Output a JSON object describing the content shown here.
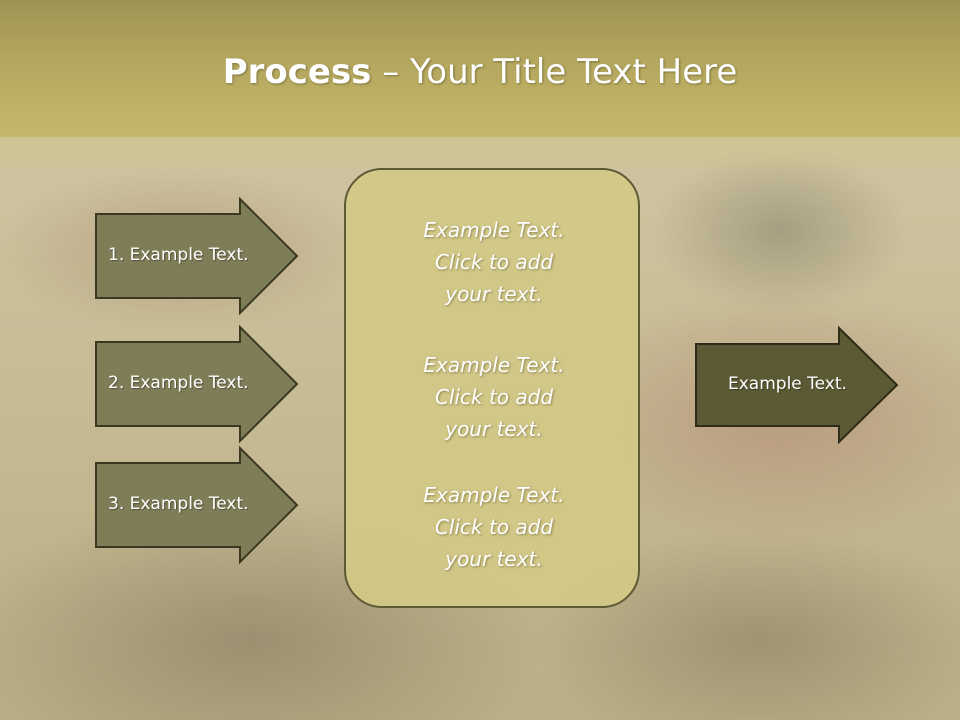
{
  "title": {
    "bold": "Process",
    "rest": " – Your Title Text Here"
  },
  "steps": [
    {
      "label": "1. Example Text."
    },
    {
      "label": "2. Example Text."
    },
    {
      "label": "3. Example Text."
    }
  ],
  "center": [
    {
      "line1": "Example Text.",
      "line2": "Click  to add",
      "line3": "your text."
    },
    {
      "line1": "Example Text.",
      "line2": "Click  to add",
      "line3": "your text."
    },
    {
      "line1": "Example Text.",
      "line2": "Click  to add",
      "line3": "your text."
    }
  ],
  "output": {
    "label": "Example Text."
  },
  "colors": {
    "title_band": "#b4a75e",
    "step_arrow": "#7f7d58",
    "output_arrow": "#5c5a34",
    "center_box": "#d2c887",
    "outline": "#3a3820"
  }
}
